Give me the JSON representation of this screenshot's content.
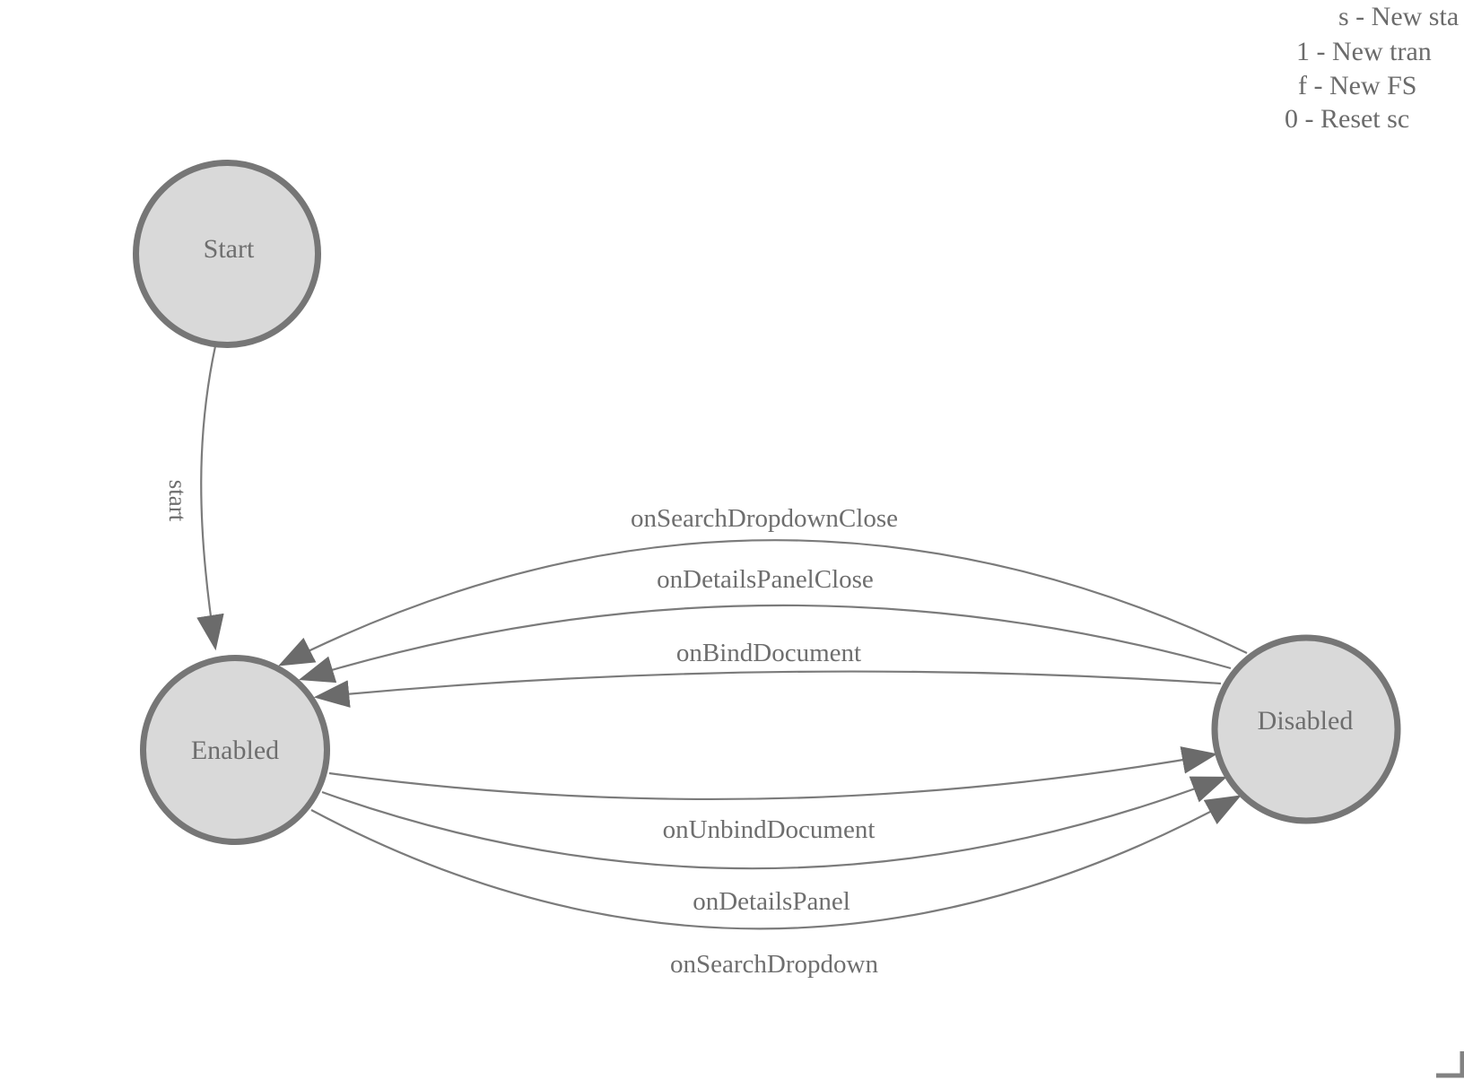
{
  "diagram": {
    "states": [
      {
        "label": "Start"
      },
      {
        "label": "Enabled"
      },
      {
        "label": "Disabled"
      }
    ],
    "transitions": [
      {
        "label": "start",
        "from": "Start",
        "to": "Enabled"
      },
      {
        "label": "onSearchDropdownClose",
        "from": "Disabled",
        "to": "Enabled"
      },
      {
        "label": "onDetailsPanelClose",
        "from": "Disabled",
        "to": "Enabled"
      },
      {
        "label": "onBindDocument",
        "from": "Disabled",
        "to": "Enabled"
      },
      {
        "label": "onUnbindDocument",
        "from": "Enabled",
        "to": "Disabled"
      },
      {
        "label": "onDetailsPanel",
        "from": "Enabled",
        "to": "Disabled"
      },
      {
        "label": "onSearchDropdown",
        "from": "Enabled",
        "to": "Disabled"
      }
    ],
    "colors": {
      "node_fill": "#d9d9d9",
      "node_stroke": "#767676",
      "edge_stroke": "#7b7b7b",
      "arrow_fill": "#6b6b6b",
      "text": "#6e6e6e"
    }
  },
  "legend": {
    "lines": [
      "s - New sta",
      "1 - New tran",
      "f - New FS",
      "0 - Reset sc"
    ]
  }
}
